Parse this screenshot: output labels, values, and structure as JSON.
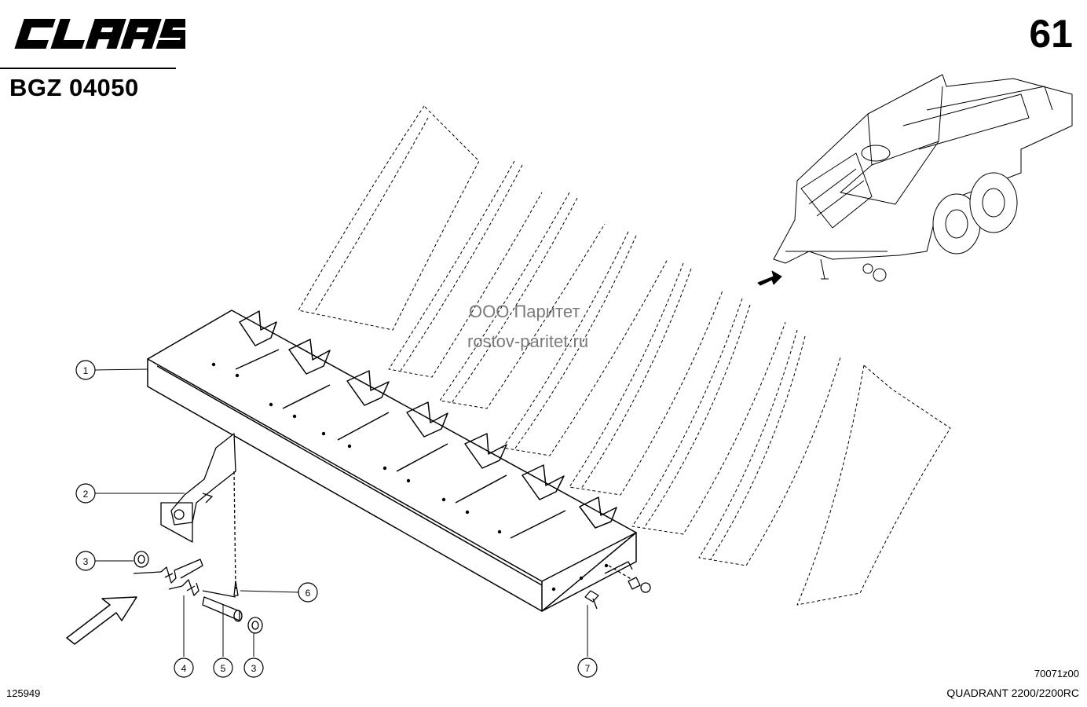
{
  "header": {
    "brand_logo_text": "CLAAS",
    "page_number": "61",
    "doc_code": "BGZ 04050"
  },
  "watermark": {
    "line1": "ООО Паритет",
    "line2": "rostov-paritet.ru"
  },
  "callouts": [
    "1",
    "2",
    "3",
    "3",
    "4",
    "5",
    "6",
    "7"
  ],
  "footer": {
    "sheet_number": "125949",
    "figure_code": "70071z00",
    "model": "QUADRANT 2200/2200RC"
  }
}
